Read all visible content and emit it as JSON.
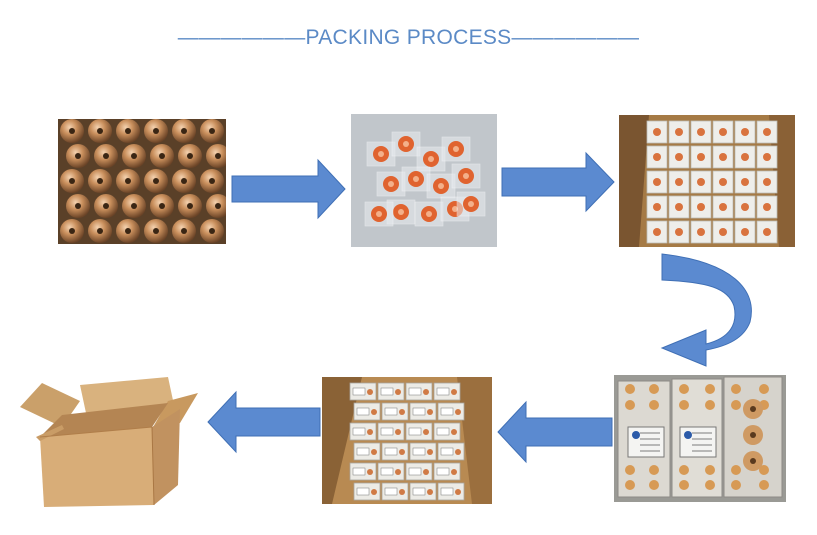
{
  "title": "——————PACKING PROCESS——————",
  "colors": {
    "title": "#5b8ac6",
    "arrow_fill": "#5b8ad0",
    "arrow_stroke": "#3f6fb5",
    "copper": "#c8753f",
    "carton": "#d4a574"
  },
  "steps": [
    {
      "id": "step-1",
      "subject": "copper-nozzles-photo"
    },
    {
      "id": "step-2",
      "subject": "bagged-nozzles-photo"
    },
    {
      "id": "step-3",
      "subject": "boxed-nozzles-in-carton-photo"
    },
    {
      "id": "step-4",
      "subject": "nozzle-boxes-with-labels-photo"
    },
    {
      "id": "step-5",
      "subject": "stacked-boxes-in-carton-photo"
    },
    {
      "id": "step-6",
      "subject": "open-carton-box-image"
    }
  ]
}
